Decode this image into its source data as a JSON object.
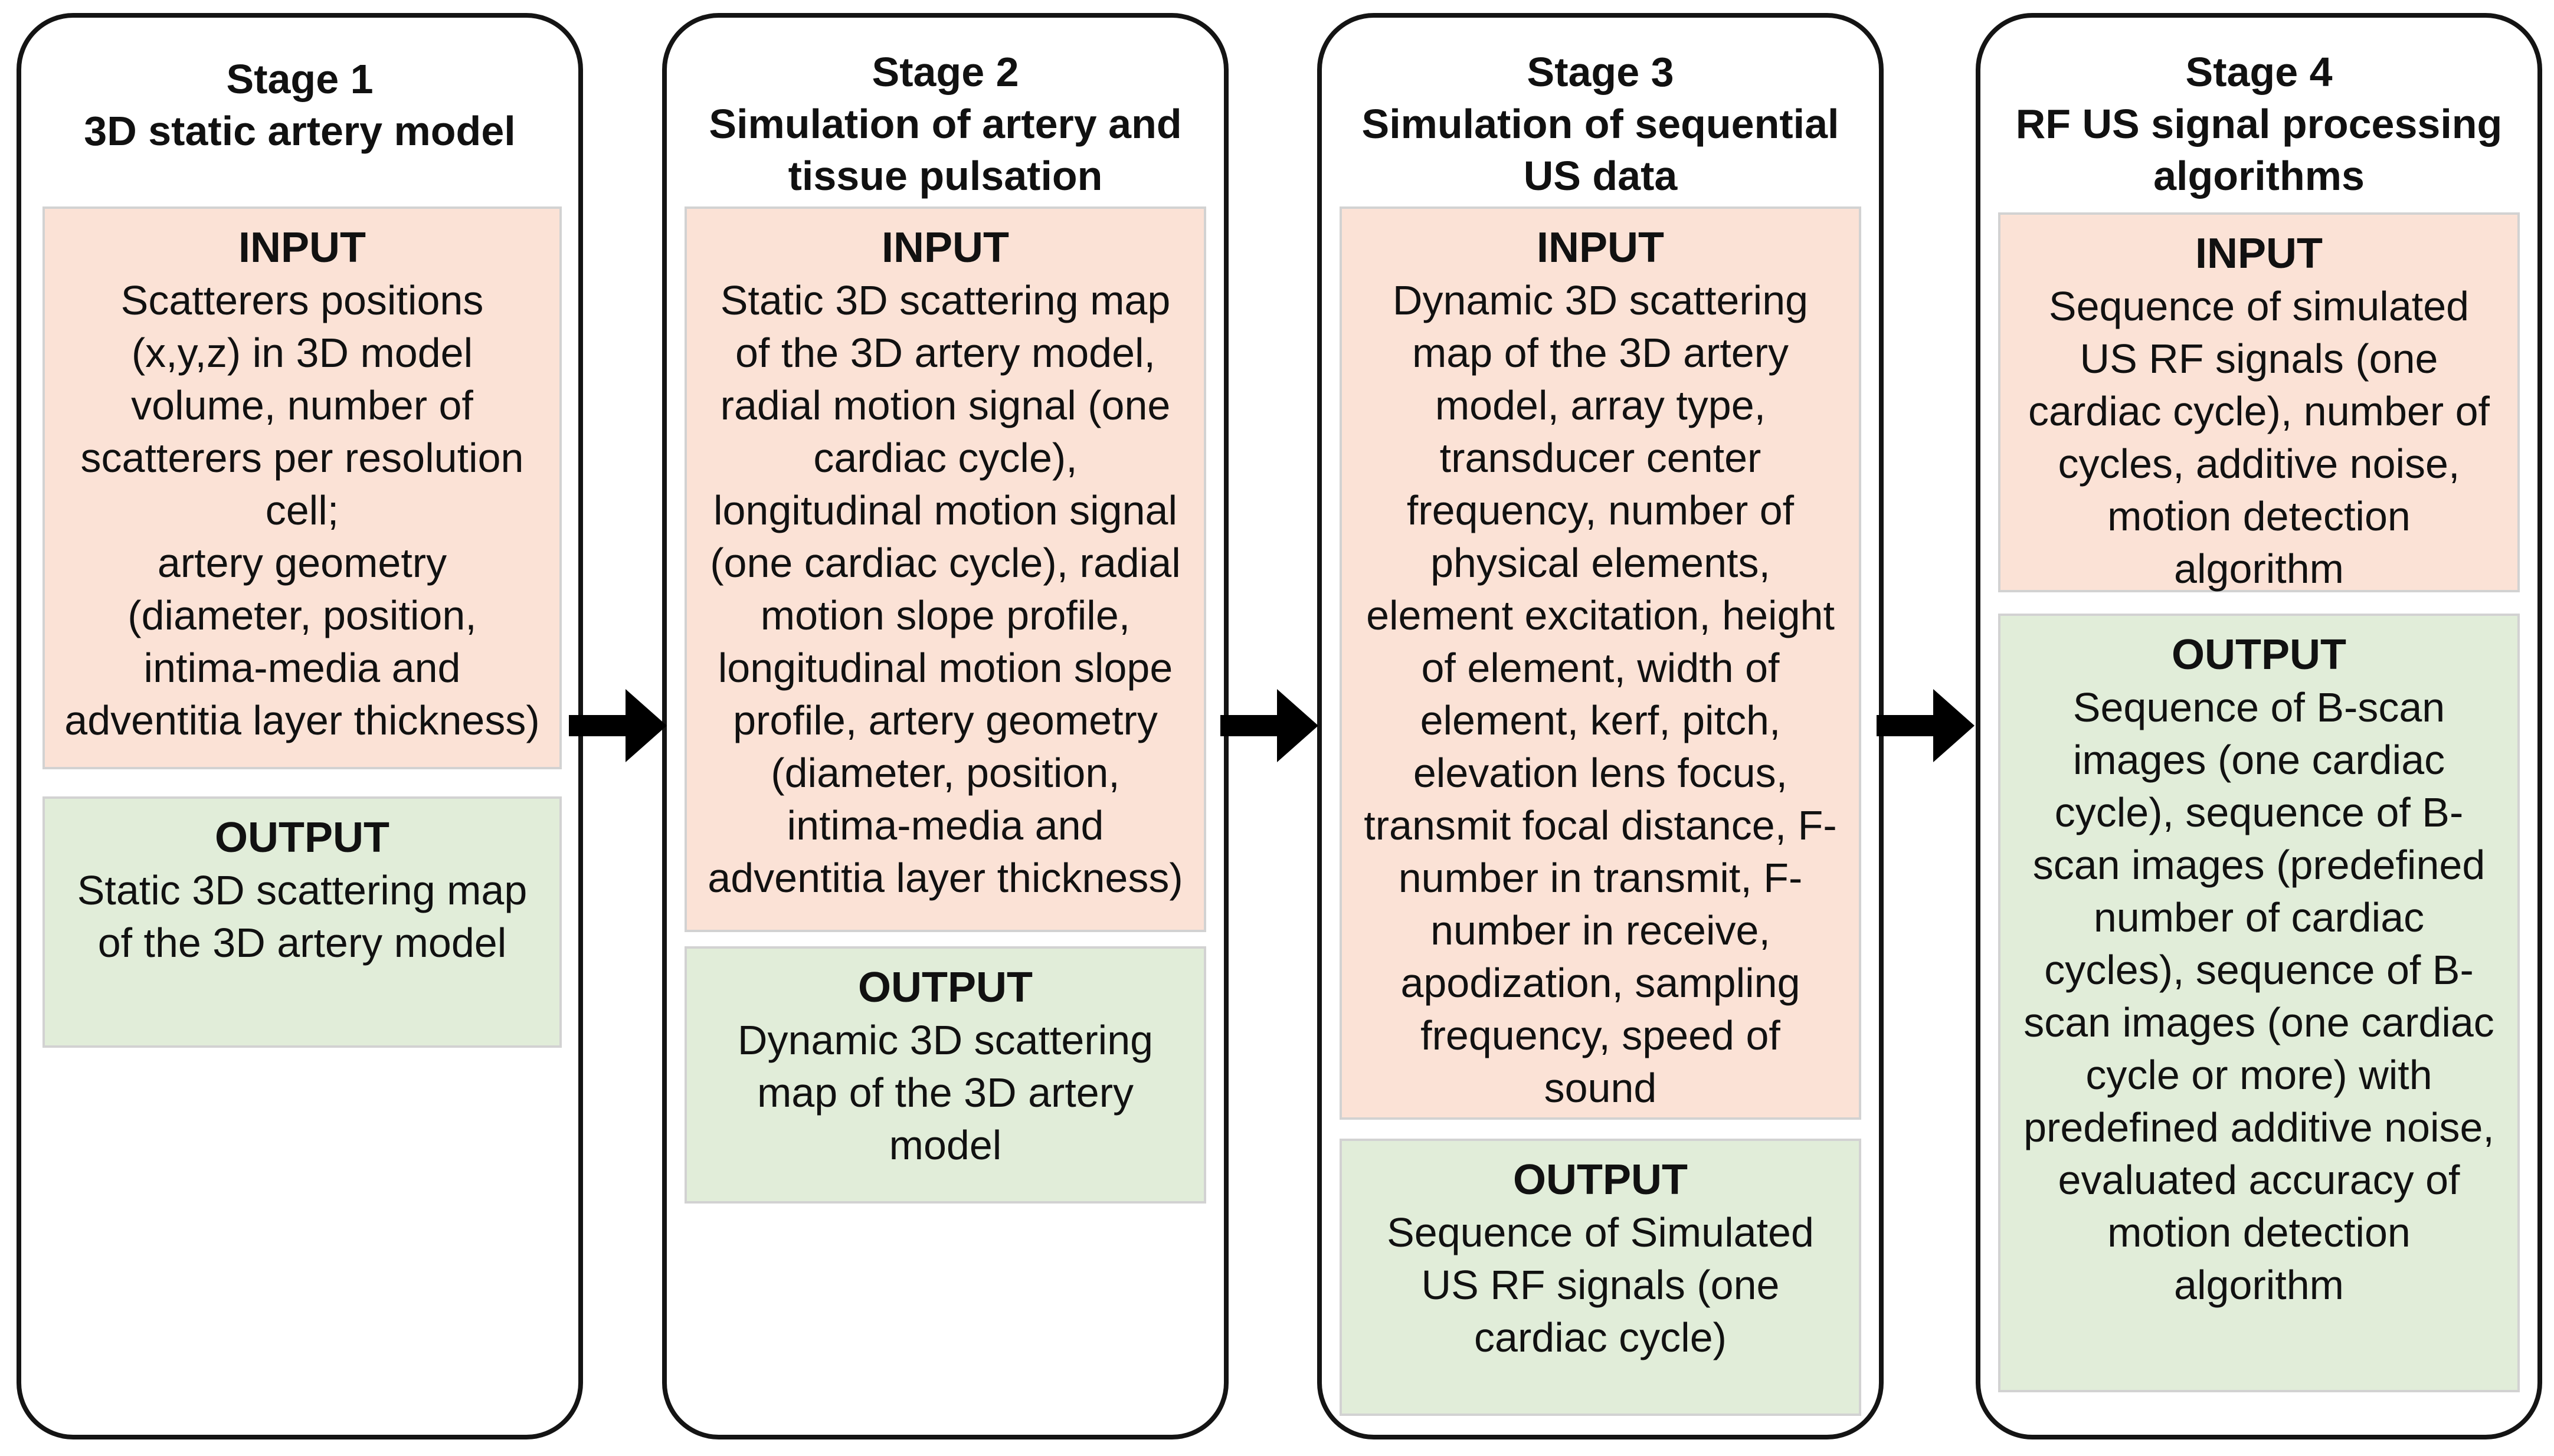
{
  "colors": {
    "input_fill": "#fbe2d6",
    "output_fill": "#e1edd9",
    "border": "#141414",
    "arrow": "#000000"
  },
  "stages": [
    {
      "title": "Stage 1\n3D static artery model",
      "input_heading": "INPUT",
      "input_text": "Scatterers positions\n(x,y,z) in 3D model\nvolume, number of\nscatterers per resolution\ncell;\nartery geometry\n(diameter, position,\nintima-media and\nadventitia layer thickness)",
      "output_heading": "OUTPUT",
      "output_text": "Static 3D scattering map\nof the 3D artery model"
    },
    {
      "title": "Stage 2\nSimulation of artery and\ntissue pulsation",
      "input_heading": "INPUT",
      "input_text": "Static 3D scattering map\nof the 3D artery model,\nradial motion signal (one\ncardiac cycle),\nlongitudinal motion signal\n(one cardiac cycle), radial\nmotion slope profile,\nlongitudinal motion slope\nprofile, artery geometry\n(diameter, position,\nintima-media and\nadventitia layer thickness)",
      "output_heading": "OUTPUT",
      "output_text": "Dynamic 3D scattering\nmap of the 3D artery\nmodel"
    },
    {
      "title": "Stage 3\nSimulation of sequential\nUS data",
      "input_heading": "INPUT",
      "input_text": "Dynamic 3D scattering\nmap of the 3D artery\nmodel, array type,\ntransducer center\nfrequency, number of\nphysical elements,\nelement excitation, height\nof element, width of\nelement, kerf, pitch,\nelevation lens focus,\ntransmit focal distance, F-\nnumber in transmit, F-\nnumber in receive,\napodization, sampling\nfrequency, speed of\nsound",
      "output_heading": "OUTPUT",
      "output_text": "Sequence of Simulated\nUS RF signals (one\ncardiac cycle)"
    },
    {
      "title": "Stage 4\nRF US signal processing\nalgorithms",
      "input_heading": "INPUT",
      "input_text": "Sequence of simulated\nUS RF signals (one\ncardiac cycle), number of\ncycles, additive noise,\nmotion detection\nalgorithm",
      "output_heading": "OUTPUT",
      "output_text": "Sequence of B-scan\nimages (one cardiac\ncycle), sequence of B-\nscan images (predefined\nnumber of cardiac\ncycles), sequence of B-\nscan images (one cardiac\ncycle or more) with\npredefined additive noise,\nevaluated accuracy of\nmotion detection\nalgorithm"
    }
  ]
}
